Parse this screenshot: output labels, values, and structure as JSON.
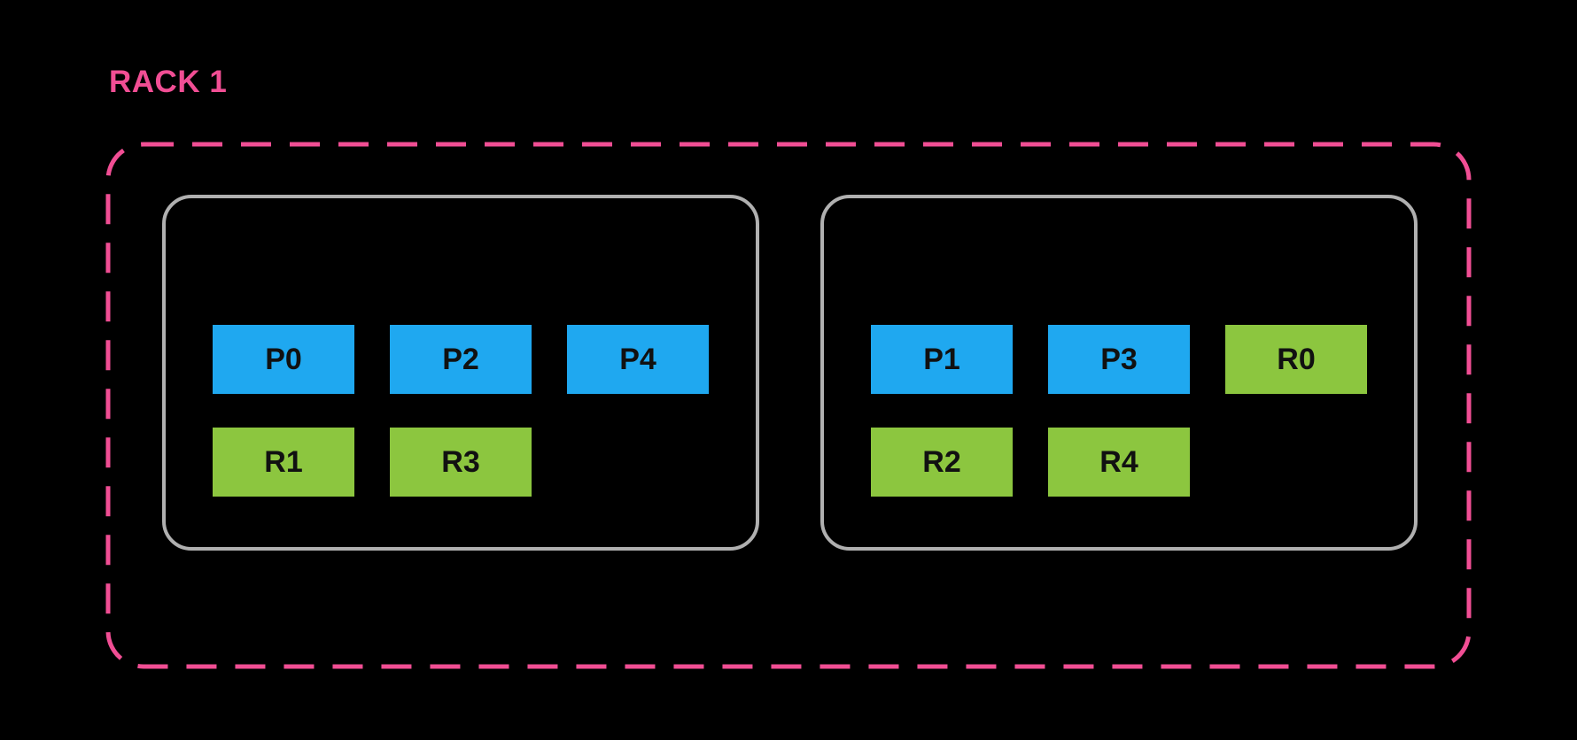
{
  "rack": {
    "label": "RACK 1"
  },
  "colors": {
    "background": "#000000",
    "rack_border": "#F14E94",
    "rack_label": "#F14E94",
    "node_border": "#B0B0B0",
    "primary": "#1FA8F0",
    "replica": "#8CC63F",
    "box_text": "#111111"
  },
  "nodes": [
    {
      "rows": [
        [
          {
            "label": "P0",
            "kind": "primary"
          },
          {
            "label": "P2",
            "kind": "primary"
          },
          {
            "label": "P4",
            "kind": "primary"
          }
        ],
        [
          {
            "label": "R1",
            "kind": "replica"
          },
          {
            "label": "R3",
            "kind": "replica"
          }
        ]
      ]
    },
    {
      "rows": [
        [
          {
            "label": "P1",
            "kind": "primary"
          },
          {
            "label": "P3",
            "kind": "primary"
          },
          {
            "label": "R0",
            "kind": "replica"
          }
        ],
        [
          {
            "label": "R2",
            "kind": "replica"
          },
          {
            "label": "R4",
            "kind": "replica"
          }
        ]
      ]
    }
  ]
}
